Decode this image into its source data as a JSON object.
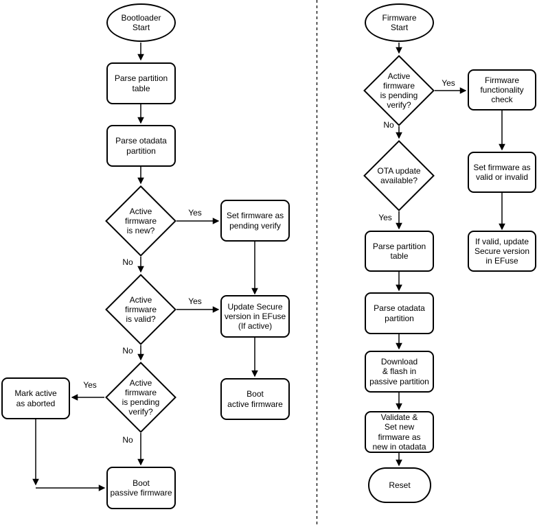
{
  "bootloader_flow": {
    "nodes": {
      "start": "Bootloader\nStart",
      "parse_partition_table": "Parse partition\ntable",
      "parse_otadata_partition": "Parse otadata\npartition",
      "active_firmware_is_new": "Active\nfirmware\nis new?",
      "set_firmware_pending_verify": "Set firmware as\npending verify",
      "active_firmware_is_valid": "Active\nfirmware\nis valid?",
      "update_secure_version": "Update Secure\nversion in EFuse\n(If active)",
      "active_firmware_pending_verify": "Active\nfirmware\nis pending\nverify?",
      "mark_active_aborted": "Mark active\nas aborted",
      "boot_active_firmware": "Boot\nactive firmware",
      "boot_passive_firmware": "Boot\npassive firmware"
    },
    "edge_labels": {
      "is_new_yes": "Yes",
      "is_new_no": "No",
      "is_valid_yes": "Yes",
      "is_valid_no": "No",
      "pending_yes": "Yes",
      "pending_no": "No"
    }
  },
  "firmware_flow": {
    "nodes": {
      "start": "Firmware\nStart",
      "active_firmware_pending_verify": "Active\nfirmware\nis pending\nverify?",
      "firmware_functionality_check": "Firmware\nfunctionality\ncheck",
      "ota_update_available": "OTA update\navailable?",
      "set_firmware_valid_invalid": "Set firmware as\nvalid or invalid",
      "if_valid_update_secure": "If valid, update\nSecure version\nin EFuse",
      "parse_partition_table": "Parse partition\ntable",
      "parse_otadata_partition": "Parse otadata\npartition",
      "download_flash_passive": "Download\n& flash in\npassive partition",
      "validate_set_new": "Validate &\nSet new\nfirmware as\nnew in otadata",
      "reset": "Reset"
    },
    "edge_labels": {
      "pending_yes": "Yes",
      "pending_no": "No",
      "ota_yes": "Yes"
    }
  },
  "colors": {
    "stroke": "#000000",
    "background": "#ffffff",
    "text": "#000000"
  }
}
